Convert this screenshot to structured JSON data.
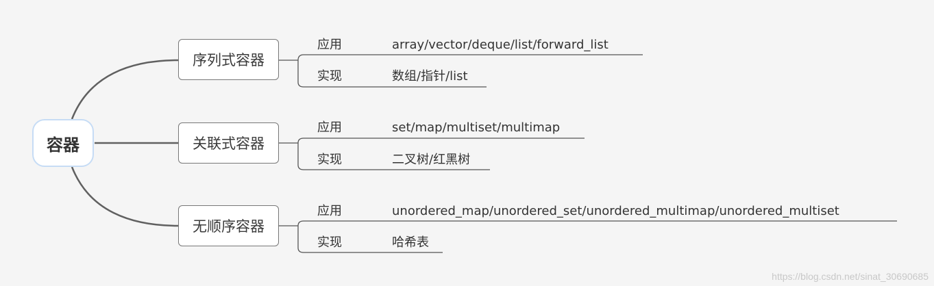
{
  "root": {
    "label": "容器"
  },
  "branches": [
    {
      "label": "序列式容器",
      "items": [
        {
          "key": "应用",
          "value": "array/vector/deque/list/forward_list"
        },
        {
          "key": "实现",
          "value": "数组/指针/list"
        }
      ]
    },
    {
      "label": "关联式容器",
      "items": [
        {
          "key": "应用",
          "value": "set/map/multiset/multimap"
        },
        {
          "key": "实现",
          "value": "二叉树/红黑树"
        }
      ]
    },
    {
      "label": "无顺序容器",
      "items": [
        {
          "key": "应用",
          "value": "unordered_map/unordered_set/unordered_multimap/unordered_multiset"
        },
        {
          "key": "实现",
          "value": "哈希表"
        }
      ]
    }
  ],
  "watermark": "https://blog.csdn.net/sinat_30690685",
  "colors": {
    "background": "#f5f5f5",
    "root_border": "#c6dcf5",
    "connector": "#555555"
  }
}
